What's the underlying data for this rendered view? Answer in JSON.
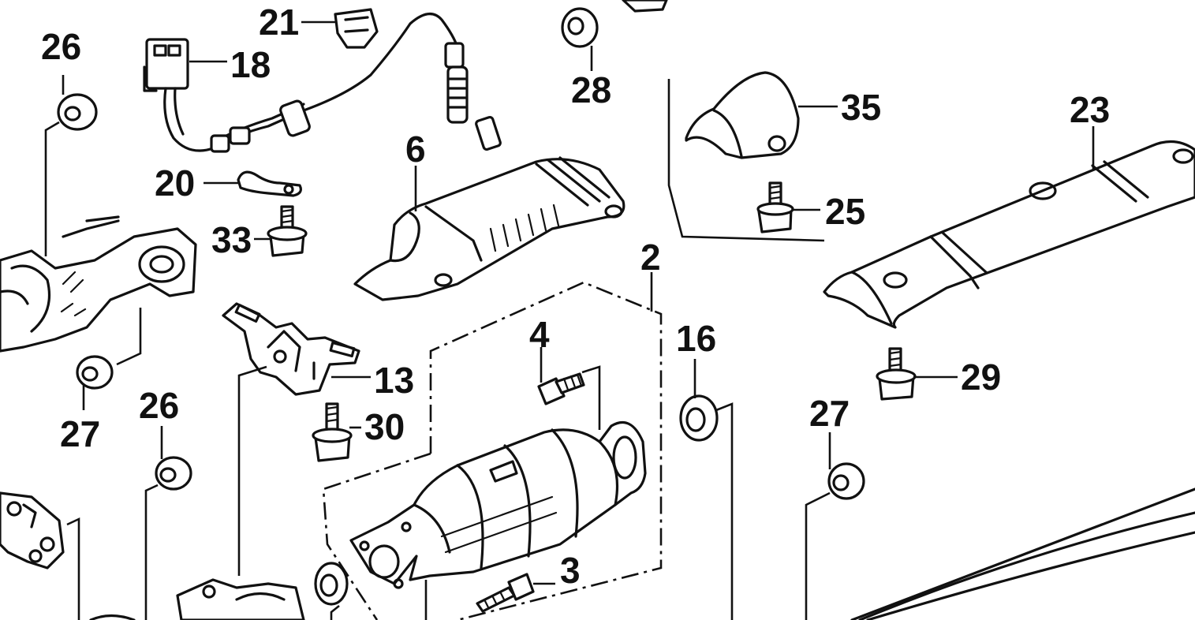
{
  "callouts": {
    "c2": "2",
    "c3": "3",
    "c4": "4",
    "c6": "6",
    "c13": "13",
    "c16": "16",
    "c18": "18",
    "c20": "20",
    "c21": "21",
    "c23": "23",
    "c25": "25",
    "c26a": "26",
    "c26b": "26",
    "c27a": "27",
    "c27b": "27",
    "c28": "28",
    "c29": "29",
    "c30": "30",
    "c33": "33",
    "c35": "35"
  }
}
